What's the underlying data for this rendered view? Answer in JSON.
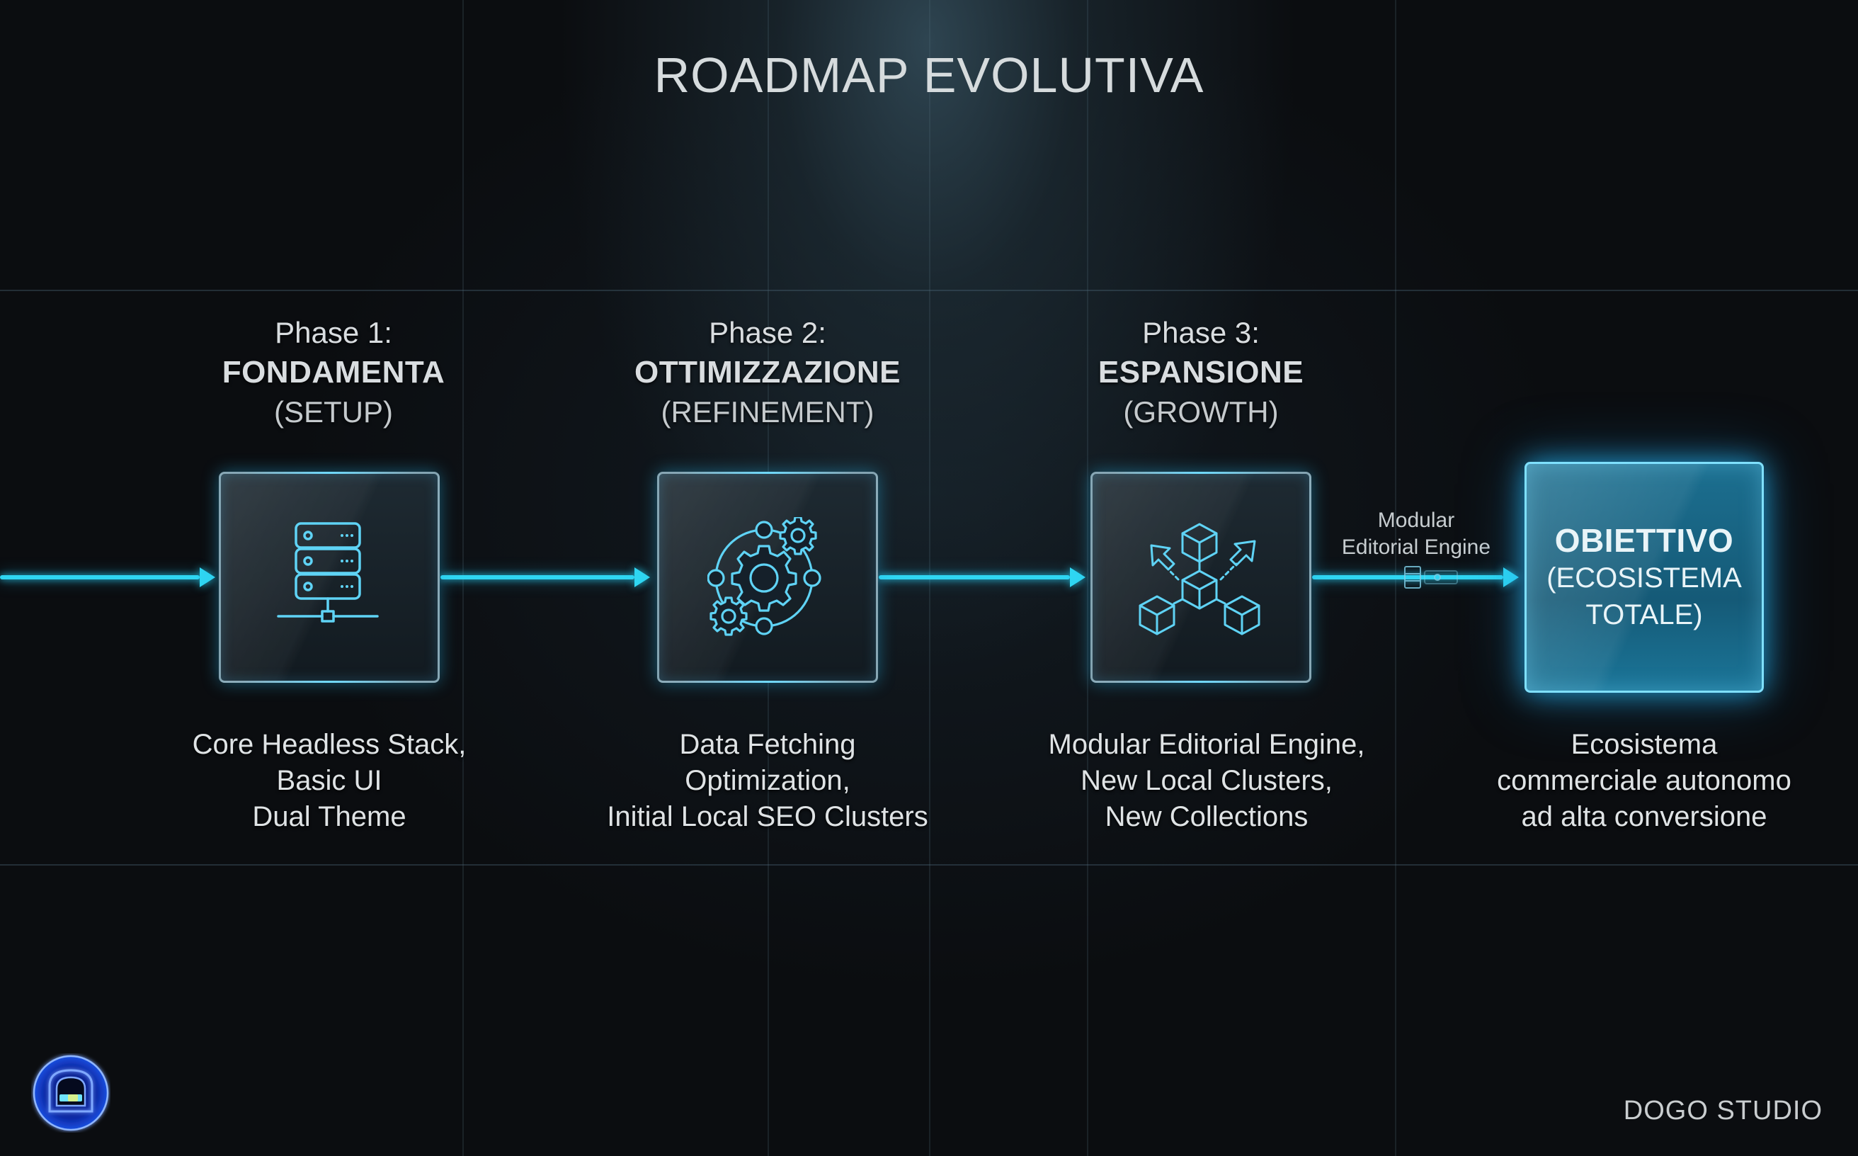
{
  "title": "ROADMAP EVOLUTIVA",
  "colors": {
    "background": "#0b0d10",
    "accent_cyan": "#2fd6f2",
    "box_border": "#aad2e1",
    "goal_fill": "#1b6f90",
    "text": "#e4e8ea"
  },
  "phases": [
    {
      "number_label": "Phase 1:",
      "name": "FONDAMENTA",
      "subtitle": "(SETUP)",
      "icon": "server-network-icon",
      "description": [
        "Core Headless Stack,",
        "Basic UI",
        "Dual Theme"
      ]
    },
    {
      "number_label": "Phase 2:",
      "name": "OTTIMIZZAZIONE",
      "subtitle": "(REFINEMENT)",
      "icon": "gears-cycle-icon",
      "description": [
        "Data Fetching",
        "Optimization,",
        "Initial Local SEO Clusters"
      ]
    },
    {
      "number_label": "Phase 3:",
      "name": "ESPANSIONE",
      "subtitle": "(GROWTH)",
      "icon": "modular-cubes-expand-icon",
      "description": [
        "Modular Editorial Engine,",
        "New Local Clusters,",
        "New Collections"
      ]
    }
  ],
  "connector": {
    "label_line1": "Modular",
    "label_line2": "Editorial Engine",
    "icon": "module-plug-icon"
  },
  "goal": {
    "title": "OBIETTIVO",
    "subtitle_line1": "(ECOSISTEMA",
    "subtitle_line2": "TOTALE)",
    "description": [
      "Ecosistema",
      "commerciale autonomo",
      "ad alta conversione"
    ]
  },
  "footer": {
    "logo_icon": "dogo-logo-icon",
    "brand": "DOGO STUDIO"
  }
}
